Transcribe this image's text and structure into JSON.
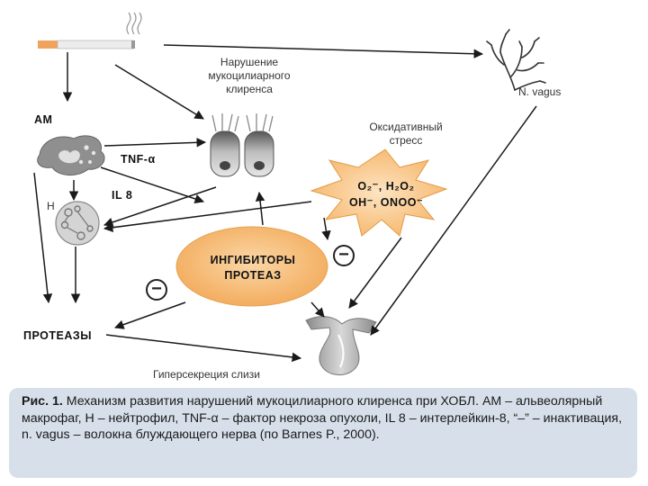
{
  "labels": {
    "mucociliary": [
      "Нарушение",
      "мукоцилиарного",
      "клиренса"
    ],
    "am": "АМ",
    "tnf": "TNF-α",
    "h": "Н",
    "il8": "IL 8",
    "vagus": "N. vagus",
    "oxidative": [
      "Оксидативный",
      "стресс"
    ],
    "oxidants_line1": "O₂⁻, H₂O₂",
    "oxidants_line2": "OH⁻, ONOO⁻",
    "inhibitors": [
      "ИНГИБИТОРЫ",
      "ПРОТЕАЗ"
    ],
    "proteases": "ПРОТЕАЗЫ",
    "hypersecretion": "Гиперсекреция слизи",
    "minus": "−"
  },
  "caption": {
    "lead": "Рис. 1.",
    "text": " Механизм развития нарушений мукоцилиарного клиренса при ХОБЛ. АМ – альвеолярный макрофаг, Н – нейтрофил, TNF-α – фактор некроза опухоли, IL 8 – интерлейкин-8, “–” – инактивация, n. vagus – волокна блуждающего нерва (по Barnes P., 2000)."
  },
  "colors": {
    "caption_bg": "#d7e0ea",
    "inhibitor_fill": "#f6b66a",
    "starburst_fill": "#f9c98a",
    "arrow": "#1a1a1a",
    "cell_gray": "#9a9a9a"
  }
}
